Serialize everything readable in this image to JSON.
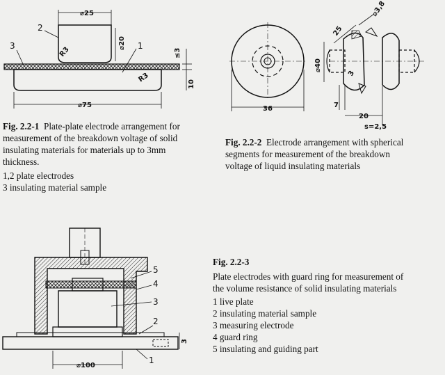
{
  "fig1": {
    "caption_num": "Fig. 2.2-1",
    "caption_lines": [
      "Plate-plate electrode arrangement for",
      "measurement of the breakdown voltage of solid",
      "insulating materials for materials up to 3mm",
      "thickness."
    ],
    "legend": [
      "1,2  plate electrodes",
      "3  insulating material sample"
    ],
    "labels": {
      "l1": "1",
      "l2": "2",
      "l3": "3"
    },
    "dims": {
      "d25": "⌀25",
      "d20": "⌀20",
      "r3a": "R3",
      "r3b": "R3",
      "d75": "⌀75",
      "t3": "≤3",
      "t10": "10"
    }
  },
  "fig2": {
    "caption_num": "Fig. 2.2-2",
    "caption_lines": [
      "Electrode arrangement with spherical",
      "segments for measurement of the breakdown",
      "voltage of liquid insulating materials"
    ],
    "dims": {
      "d40": "⌀40",
      "d36": "36",
      "d25": "25",
      "d38": "⌀3,8",
      "d3": "3",
      "d7": "7",
      "d20": "20",
      "s": "s=2,5"
    }
  },
  "fig3": {
    "caption_num": "Fig. 2.2-3",
    "caption_lines": [
      "Plate electrodes with guard ring for measurement of",
      "the volume resistance of solid insulating materials"
    ],
    "legend": [
      "1  live plate",
      "2  insulating material sample",
      "3  measuring electrode",
      "4  guard ring",
      "5  insulating and guiding part"
    ],
    "labels": {
      "l1": "1",
      "l2": "2",
      "l3": "3",
      "l4": "4",
      "l5": "5"
    },
    "dims": {
      "d100": "⌀100",
      "t3": "3"
    }
  }
}
